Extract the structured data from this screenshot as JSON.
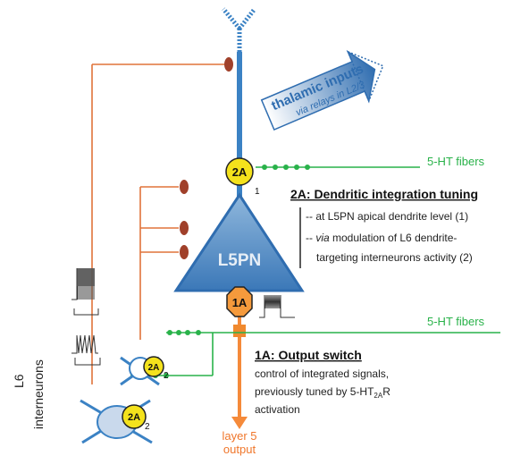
{
  "thalamic": {
    "title": "thalamic inputs",
    "subtitle": "via relays in L2/3"
  },
  "fibers": {
    "top": "5-HT fibers",
    "bottom": "5-HT fibers"
  },
  "neuron": {
    "label": "L5PN"
  },
  "receptors": {
    "r2a_top": "2A",
    "r2a_top_idx": "1",
    "r1a": "1A",
    "r2a_small": "2A",
    "r2a_small_idx": "2",
    "r2a_large": "2A",
    "r2a_large_idx": "2"
  },
  "note_2a": {
    "title": "2A: Dendritic integration tuning",
    "line1": "-- at L5PN apical dendrite level (1)",
    "line2_prefix": "-- ",
    "line2_em": "via",
    "line2_rest": " modulation of L6 dendrite-",
    "line3": "targeting interneurons activity (2)"
  },
  "note_1a": {
    "title": "1A: Output switch",
    "line1": "control of integrated signals,",
    "line2a": "previously tuned by 5-HT",
    "line2_sub": "2A",
    "line2b": "R",
    "line3": "activation"
  },
  "side": {
    "l6": "L6",
    "interneurons": "interneurons"
  },
  "output": {
    "line1": "layer 5",
    "line2": "output"
  },
  "colors": {
    "blue": "#3b82c4",
    "orange_line": "#e0733a",
    "green": "#29b24a",
    "yellow": "#f4e21c",
    "orange_fill": "#f59a3c",
    "bouton": "#a0402a"
  }
}
